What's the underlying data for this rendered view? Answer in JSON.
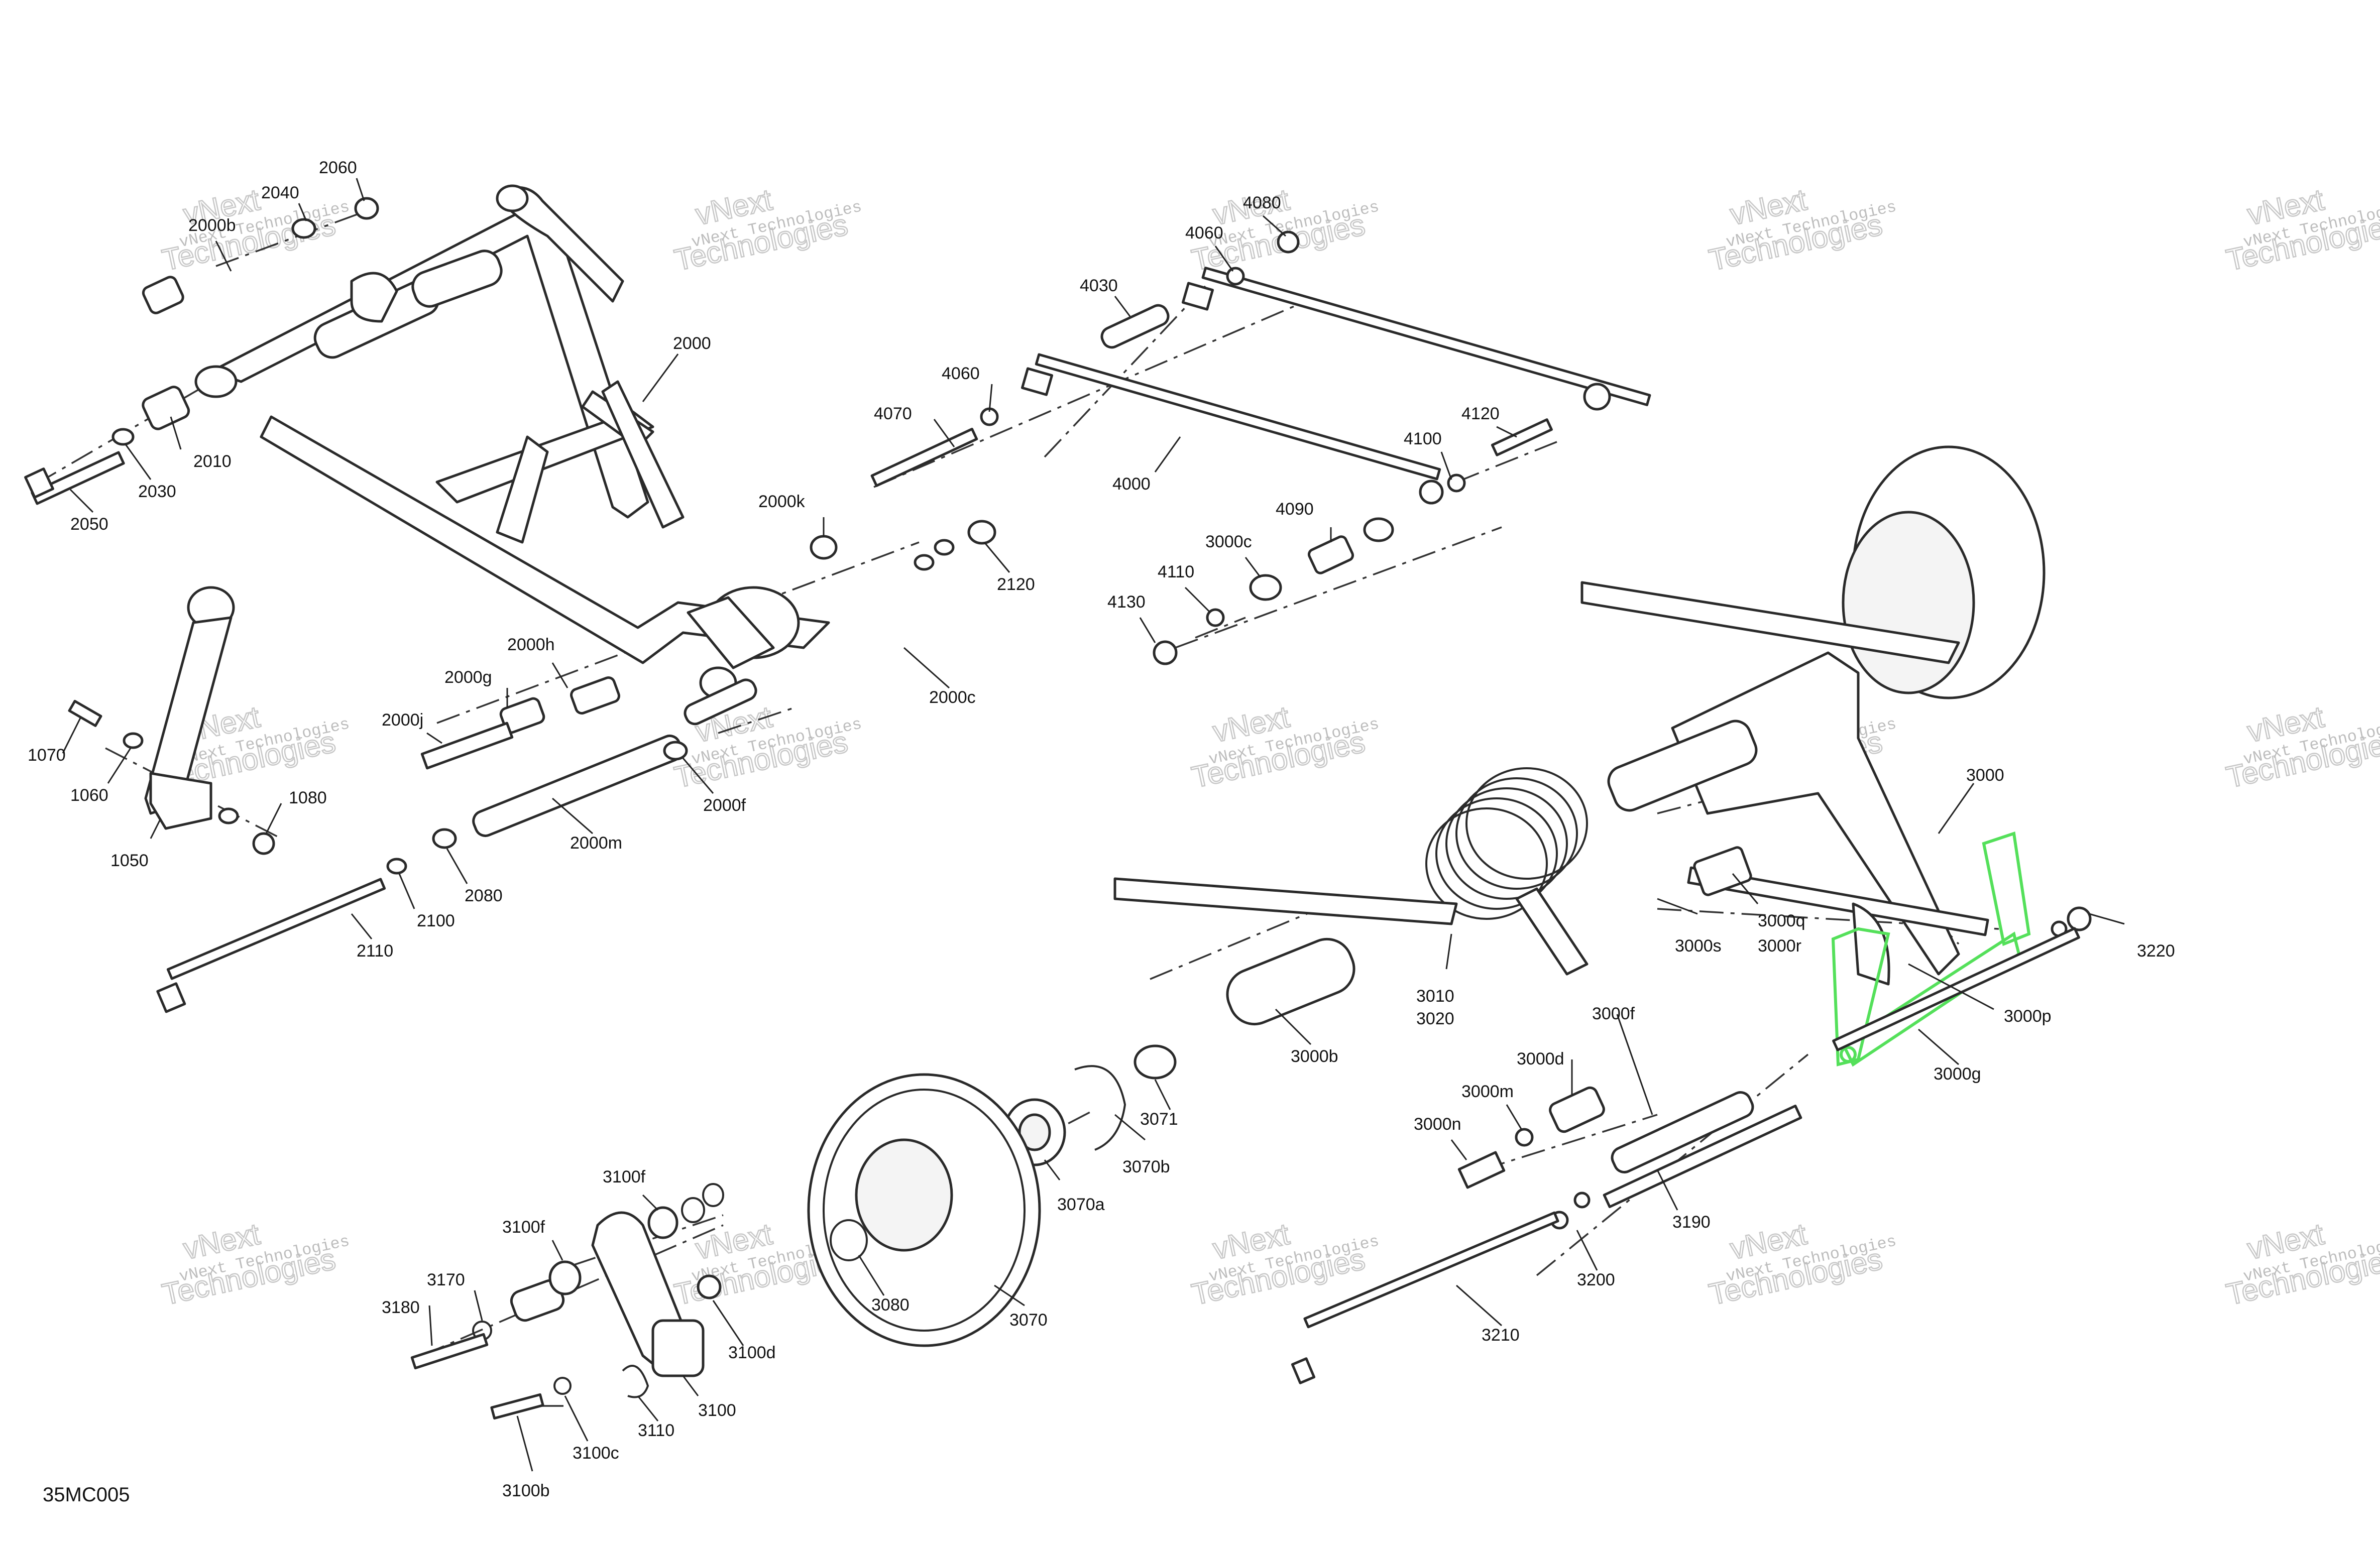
{
  "diagram_id": "35MC005",
  "watermark": {
    "line1": "vNext",
    "line2": "Technologies",
    "small": "vNext Technologies"
  },
  "colors": {
    "line": "#2a2a2a",
    "highlight": "#54e05a",
    "watermark": "#c8c8c8"
  },
  "callouts": [
    "2060",
    "2040",
    "2000b",
    "2000",
    "2010",
    "2030",
    "2050",
    "2000k",
    "2120",
    "2000c",
    "2000h",
    "2000g",
    "2000j",
    "2000f",
    "2000m",
    "2080",
    "2100",
    "2110",
    "1070",
    "1060",
    "1080",
    "1050",
    "4080",
    "4060",
    "4030",
    "4060",
    "4070",
    "4000",
    "4120",
    "4100",
    "4090",
    "3000c",
    "4110",
    "4130",
    "3000",
    "3000q",
    "3000r",
    "3000s",
    "3220",
    "3010",
    "3020",
    "3000p",
    "3000g",
    "3000f",
    "3000d",
    "3000m",
    "3000n",
    "3000b",
    "3071",
    "3070b",
    "3070a",
    "3070",
    "3080",
    "3100f",
    "3100f",
    "3170",
    "3180",
    "3100d",
    "3100",
    "3110",
    "3100c",
    "3100b",
    "3190",
    "3200",
    "3210"
  ]
}
